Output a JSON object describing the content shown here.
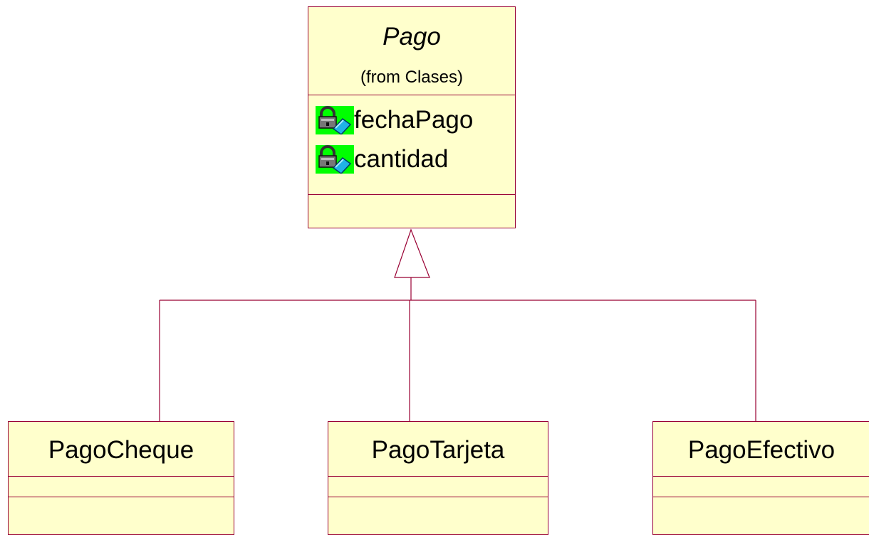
{
  "colors": {
    "class_fill": "#ffffcc",
    "class_border": "#990033",
    "line": "#990033",
    "icon_background": "#00ff00"
  },
  "superclass": {
    "name": "Pago",
    "stereotype_note": "(from Clases)",
    "attributes": [
      {
        "name": "fechaPago",
        "icon": "private-attribute-lock-icon"
      },
      {
        "name": "cantidad",
        "icon": "private-attribute-lock-icon"
      }
    ]
  },
  "subclasses": [
    {
      "name": "PagoCheque"
    },
    {
      "name": "PagoTarjeta"
    },
    {
      "name": "PagoEfectivo"
    }
  ],
  "relationship": "generalization"
}
